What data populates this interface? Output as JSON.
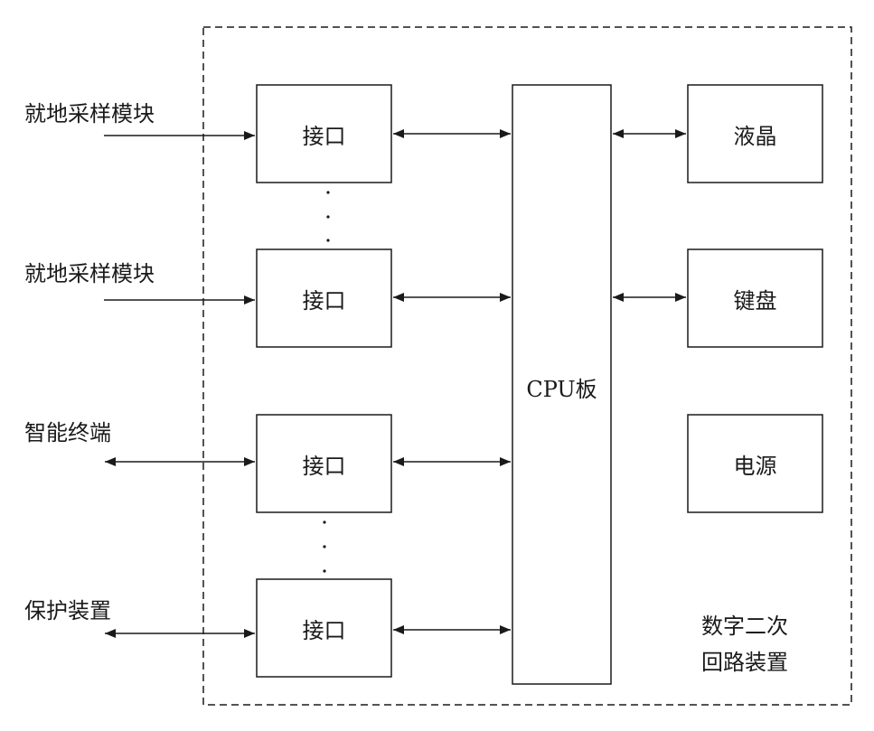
{
  "inputs": [
    {
      "id": "in1",
      "label": "就地采样模块",
      "direction": "in"
    },
    {
      "id": "in2",
      "label": "就地采样模块",
      "direction": "in"
    },
    {
      "id": "in3",
      "label": "智能终端",
      "direction": "both"
    },
    {
      "id": "in4",
      "label": "保护装置",
      "direction": "both"
    }
  ],
  "interfaces": [
    {
      "id": "if1",
      "label": "接口"
    },
    {
      "id": "if2",
      "label": "接口"
    },
    {
      "id": "if3",
      "label": "接口"
    },
    {
      "id": "if4",
      "label": "接口"
    }
  ],
  "cpu": {
    "label": "CPU板"
  },
  "peripherals": [
    {
      "id": "lcd",
      "label": "液晶",
      "connected": true
    },
    {
      "id": "kbd",
      "label": "键盘",
      "connected": true
    },
    {
      "id": "psu",
      "label": "电源",
      "connected": false
    }
  ],
  "device": {
    "label_line1": "数字二次",
    "label_line2": "回路装置"
  }
}
